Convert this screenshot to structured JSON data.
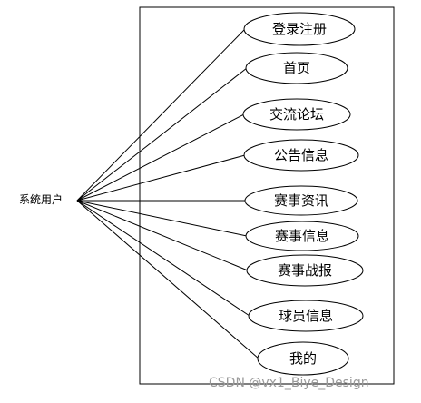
{
  "actor": {
    "label": "系统用户"
  },
  "use_cases": [
    {
      "id": "login",
      "label": "登录注册"
    },
    {
      "id": "home",
      "label": "首页"
    },
    {
      "id": "forum",
      "label": "交流论坛"
    },
    {
      "id": "notice",
      "label": "公告信息"
    },
    {
      "id": "news",
      "label": "赛事资讯"
    },
    {
      "id": "match-info",
      "label": "赛事信息"
    },
    {
      "id": "report",
      "label": "赛事战报"
    },
    {
      "id": "player-info",
      "label": "球员信息"
    },
    {
      "id": "mine",
      "label": "我的"
    }
  ],
  "watermark": "CSDN @vx1_Biye_Design",
  "colors": {
    "stroke": "#000000",
    "background": "#ffffff",
    "watermark": "#9a9a9a"
  }
}
